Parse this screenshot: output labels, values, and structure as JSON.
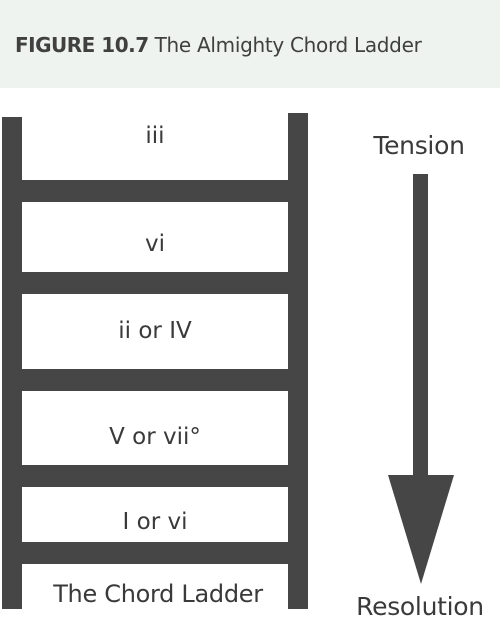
{
  "figure": {
    "label": "FIGURE 10.7",
    "caption": "The Almighty Chord Ladder"
  },
  "ladder": {
    "caption": "The Chord Ladder",
    "rungs": [
      {
        "label": "iii"
      },
      {
        "label": "vi"
      },
      {
        "label": "ii or IV"
      },
      {
        "label": "V or vii°"
      },
      {
        "label": "I or vi"
      }
    ]
  },
  "arrow": {
    "top_label": "Tension",
    "bottom_label": "Resolution",
    "direction": "down"
  },
  "colors": {
    "ladder": "#464646",
    "header_bg": "#eef3ef",
    "text": "#3c3c3c"
  }
}
